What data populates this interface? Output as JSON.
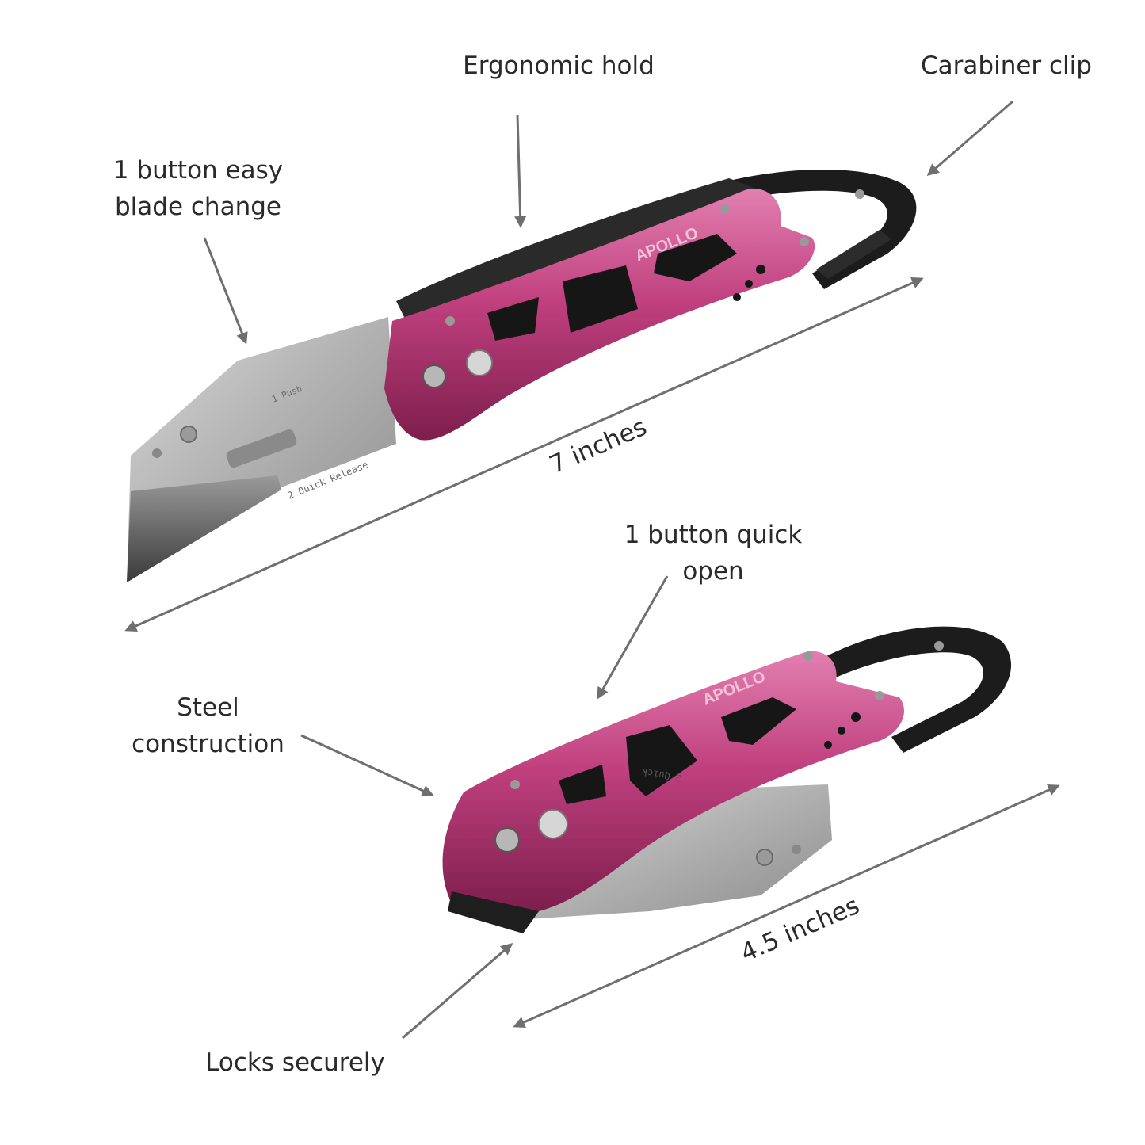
{
  "callouts": {
    "ergonomic_hold": "Ergonomic hold",
    "carabiner_clip": "Carabiner clip",
    "blade_change_line1": "1 button easy",
    "blade_change_line2": "blade change",
    "quick_open_line1": "1 button quick",
    "quick_open_line2": "open",
    "steel_line1": "Steel",
    "steel_line2": "construction",
    "locks": "Locks securely"
  },
  "dimensions": {
    "open_length": "7 inches",
    "closed_length": "4.5 inches"
  },
  "knife": {
    "brand": "APOLLO",
    "blade_text_open_1": "1 Push",
    "blade_text_open_2": "2 Quick Release",
    "blade_text_closed": "2 Quick"
  },
  "colors": {
    "handle_pink": "#c0407e",
    "handle_highlight": "#e27fb0",
    "handle_shadow": "#7d1e4c",
    "blade_steel": "#b9b9b9",
    "carabiner": "#1c1c1c",
    "arrow": "#6f6f6f"
  }
}
